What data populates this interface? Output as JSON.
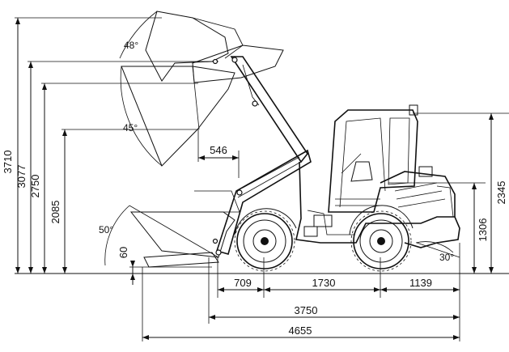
{
  "dimensions": {
    "height_3710": "3710",
    "height_3077": "3077",
    "height_2750": "2750",
    "height_2085": "2085",
    "height_60": "60",
    "height_2345": "2345",
    "height_1306": "1306",
    "reach_546": "546",
    "front_709": "709",
    "wheelbase_1730": "1730",
    "rear_1139": "1139",
    "length_3750": "3750",
    "length_4655": "4655"
  },
  "angles": {
    "dump_48": "48°",
    "dump_45": "45°",
    "rollback_50": "50°",
    "departure_30": "30°"
  }
}
